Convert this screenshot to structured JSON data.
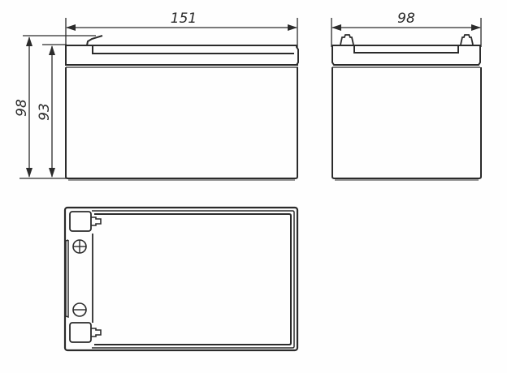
{
  "drawing": {
    "subject": "Battery dimensional drawing",
    "views": [
      "front-view",
      "side-view",
      "top-view"
    ],
    "dimensions": {
      "length": "151",
      "width": "98",
      "total_height": "98",
      "case_height": "93"
    },
    "terminal_symbols": {
      "positive": "⊕",
      "negative": "⊖"
    },
    "colors": {
      "line": "#2b2b2b",
      "background": "#fefefe"
    }
  }
}
